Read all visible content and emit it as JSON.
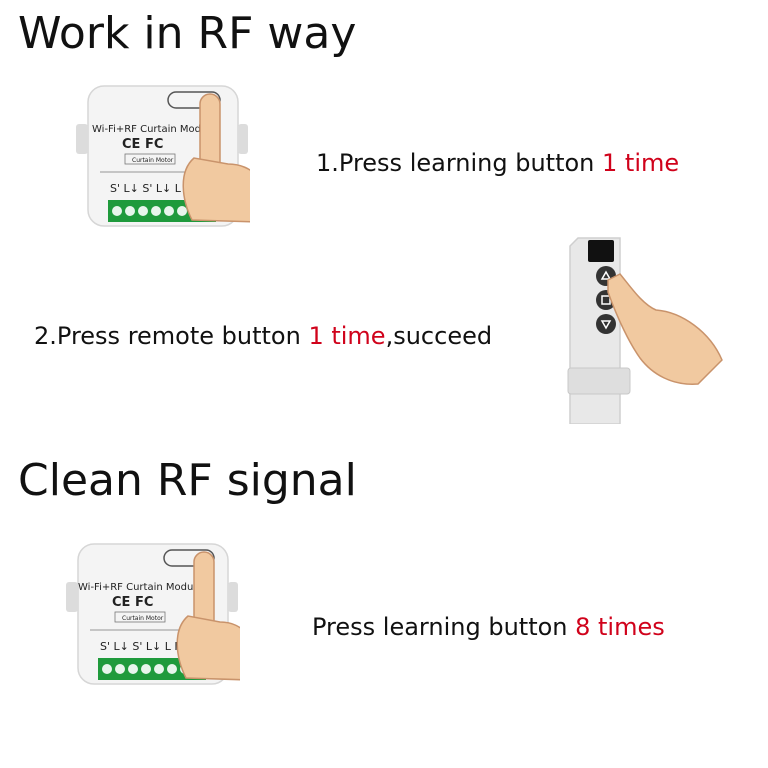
{
  "section_learn": {
    "title": "Work in RF way",
    "step1": {
      "prefix": "1.Press learning button ",
      "highlight": "1 time",
      "suffix": ""
    },
    "step2": {
      "prefix": "2.Press remote button ",
      "highlight": "1 time",
      "suffix": ",succeed"
    }
  },
  "section_clean": {
    "title": "Clean RF signal",
    "step1": {
      "prefix": "Press learning button ",
      "highlight": "8 times",
      "suffix": ""
    }
  },
  "device_labels": {
    "module_name": "Wi-Fi+RF Curtain Module",
    "cert": "CE FC",
    "sub": "Curtain Motor",
    "terminals": "S' L↓ S' L↓ L N"
  },
  "colors": {
    "highlight": "#d0021b",
    "text": "#111111",
    "terminal_green": "#1f9a3c"
  },
  "icons": {
    "hand": "pointing-hand-icon",
    "remote": "rf-remote-icon",
    "module": "curtain-module-icon"
  }
}
